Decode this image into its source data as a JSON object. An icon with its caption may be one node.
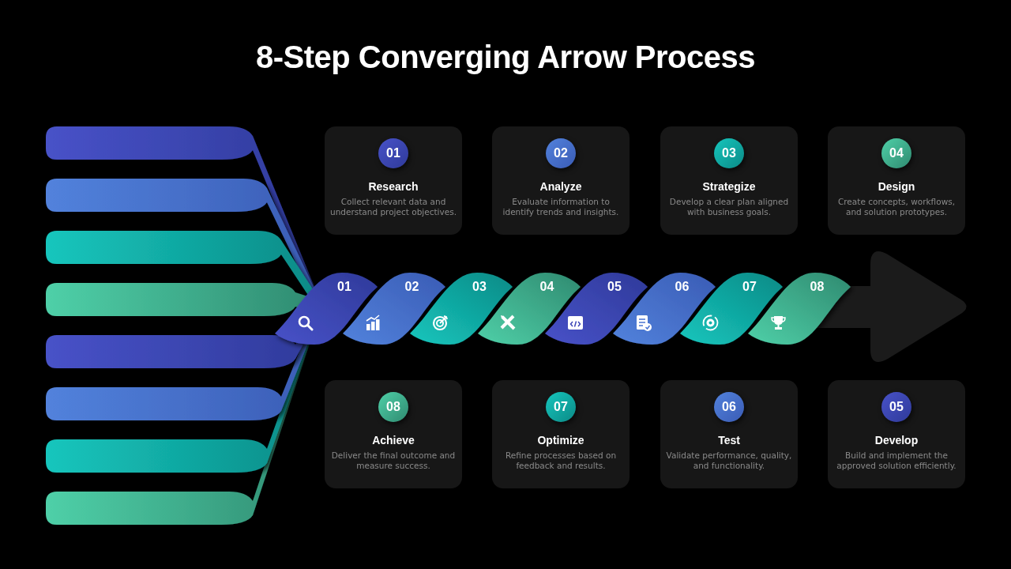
{
  "diagram": {
    "title": "8-Step Converging Arrow Process",
    "nodes": [
      {
        "text": [
          "01",
          "Research",
          "Collect relevant data and understand project objectives."
        ]
      },
      {
        "text": [
          "02",
          "Analyze",
          "Evaluate information to identify trends and insights."
        ]
      },
      {
        "text": [
          "03",
          "Strategize",
          "Develop a clear plan aligned with business goals."
        ]
      },
      {
        "text": [
          "04",
          "Design",
          "Create concepts, workflows, and solution prototypes."
        ]
      },
      {
        "text": [
          "01"
        ]
      },
      {
        "text": [
          "02"
        ]
      },
      {
        "text": [
          "03"
        ]
      },
      {
        "text": [
          "04"
        ]
      },
      {
        "text": [
          "05"
        ]
      },
      {
        "text": [
          "06"
        ]
      },
      {
        "text": [
          "07"
        ]
      },
      {
        "text": [
          "08"
        ]
      },
      {
        "text": [
          "08",
          "Achieve",
          "Deliver the final outcome and measure success."
        ]
      },
      {
        "text": [
          "07",
          "Optimize",
          "Refine processes based on feedback and results."
        ]
      },
      {
        "text": [
          "06",
          "Test",
          "Validate performance, quality, and functionality."
        ]
      },
      {
        "text": [
          "05",
          "Develop",
          "Build and implement the approved solution efficiently."
        ]
      }
    ]
  }
}
